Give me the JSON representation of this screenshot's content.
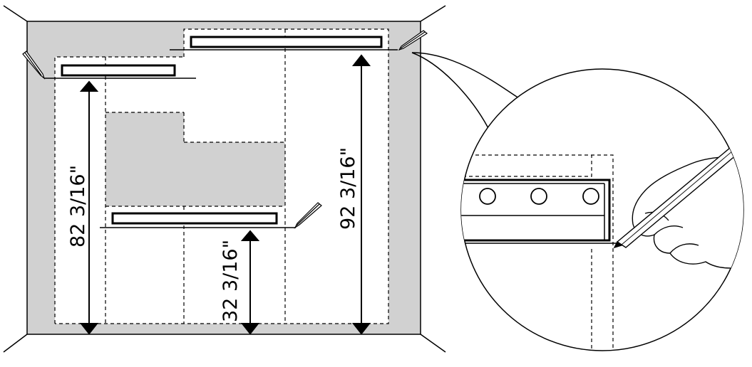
{
  "diagram": {
    "dimensions": [
      {
        "id": "left-rail-height",
        "label": "82 3/16\""
      },
      {
        "id": "lower-rail-height",
        "label": "32 3/16\""
      },
      {
        "id": "upper-rail-height",
        "label": "92 3/16\""
      }
    ],
    "colors": {
      "wall_fill": "#d1d1d1",
      "line": "#000000",
      "background": "#ffffff"
    },
    "icons": [
      "pencil-icon",
      "hand-with-pencil-illustration",
      "magnifier-callout"
    ]
  }
}
